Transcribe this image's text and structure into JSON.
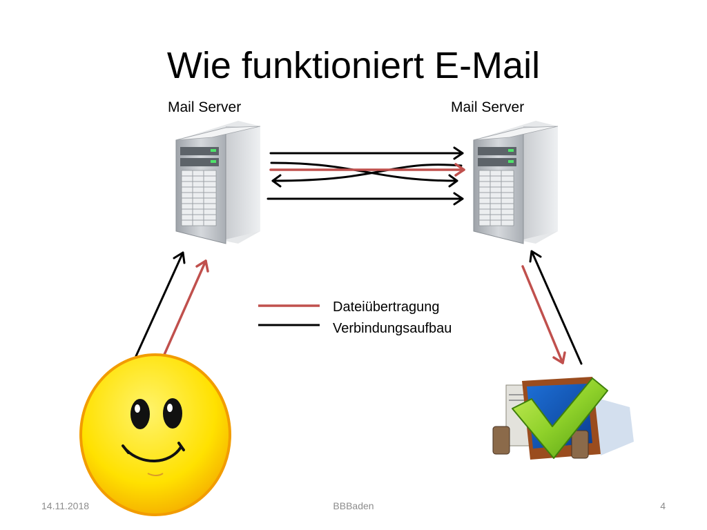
{
  "slide": {
    "title": "Wie funktioniert E-Mail",
    "server_left_label": "Mail Server",
    "server_right_label": "Mail Server",
    "legend": [
      {
        "label": "Dateiübertragung",
        "color": "#c0504d"
      },
      {
        "label": "Verbindungsaufbau",
        "color": "#000000"
      }
    ],
    "footer": {
      "date": "14.11.2018",
      "center": "BBBaden",
      "page": "4"
    }
  },
  "colors": {
    "transfer": "#c0504d",
    "connection": "#000000",
    "smiley_face": "#ffe100",
    "smiley_edge": "#f2a100",
    "checkmark": "#7fc31c"
  },
  "icons": [
    "server-icon",
    "smiley-icon",
    "computer-checkmark-icon"
  ]
}
